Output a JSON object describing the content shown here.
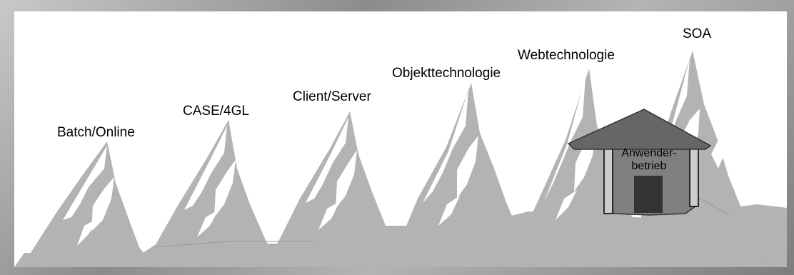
{
  "diagram": {
    "mountain_color": "#b3b3b3",
    "snow_color": "#ffffff",
    "hut_wall_color": "#808080",
    "hut_roof_color": "#666666",
    "hut_door_color": "#333333",
    "peaks": [
      {
        "label": "Batch/Online"
      },
      {
        "label": "CASE/4GL"
      },
      {
        "label": "Client/Server"
      },
      {
        "label": "Objekttechnologie"
      },
      {
        "label": "Webtechnologie"
      },
      {
        "label": "SOA"
      }
    ],
    "hut": {
      "line1": "Anwender-",
      "line2": "betrieb"
    }
  }
}
